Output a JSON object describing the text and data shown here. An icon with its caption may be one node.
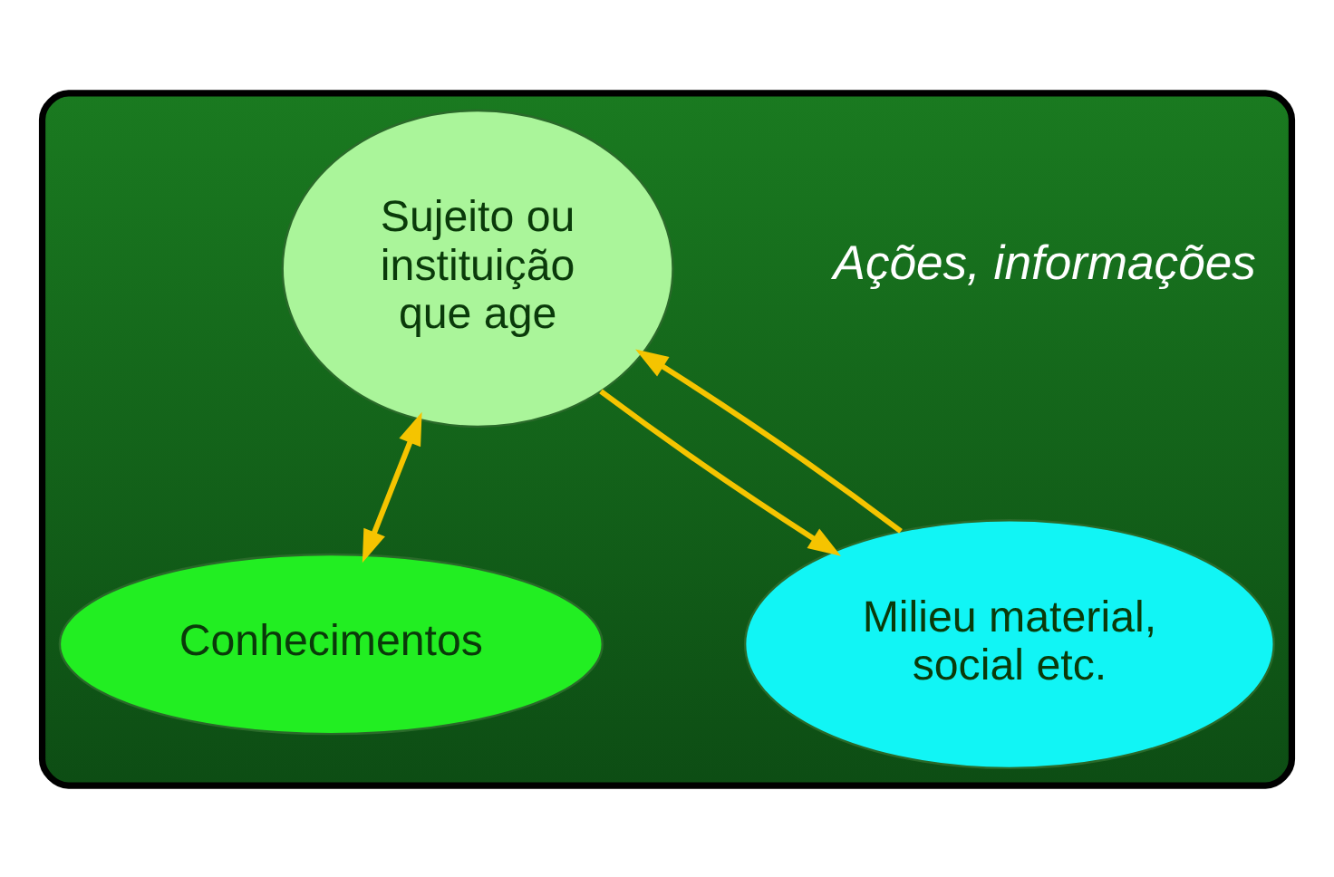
{
  "diagram": {
    "nodes": [
      {
        "text": [],
        "shape": "box"
      },
      {
        "text": [
          "Sujeito ou instituição que age"
        ],
        "in": 0
      },
      {
        "text": [
          "Conhecimentos"
        ],
        "in": 0
      },
      {
        "text": [
          "Milieu material, social etc."
        ],
        "in": 0
      }
    ],
    "edges": [
      {
        "from": 1,
        "to": 3,
        "arrow": "to"
      },
      {
        "from": 3,
        "to": 1,
        "arrow": "to"
      },
      {
        "from": 1,
        "to": 2,
        "arrow": "both"
      }
    ],
    "labels": [
      "Ações, informações"
    ]
  }
}
